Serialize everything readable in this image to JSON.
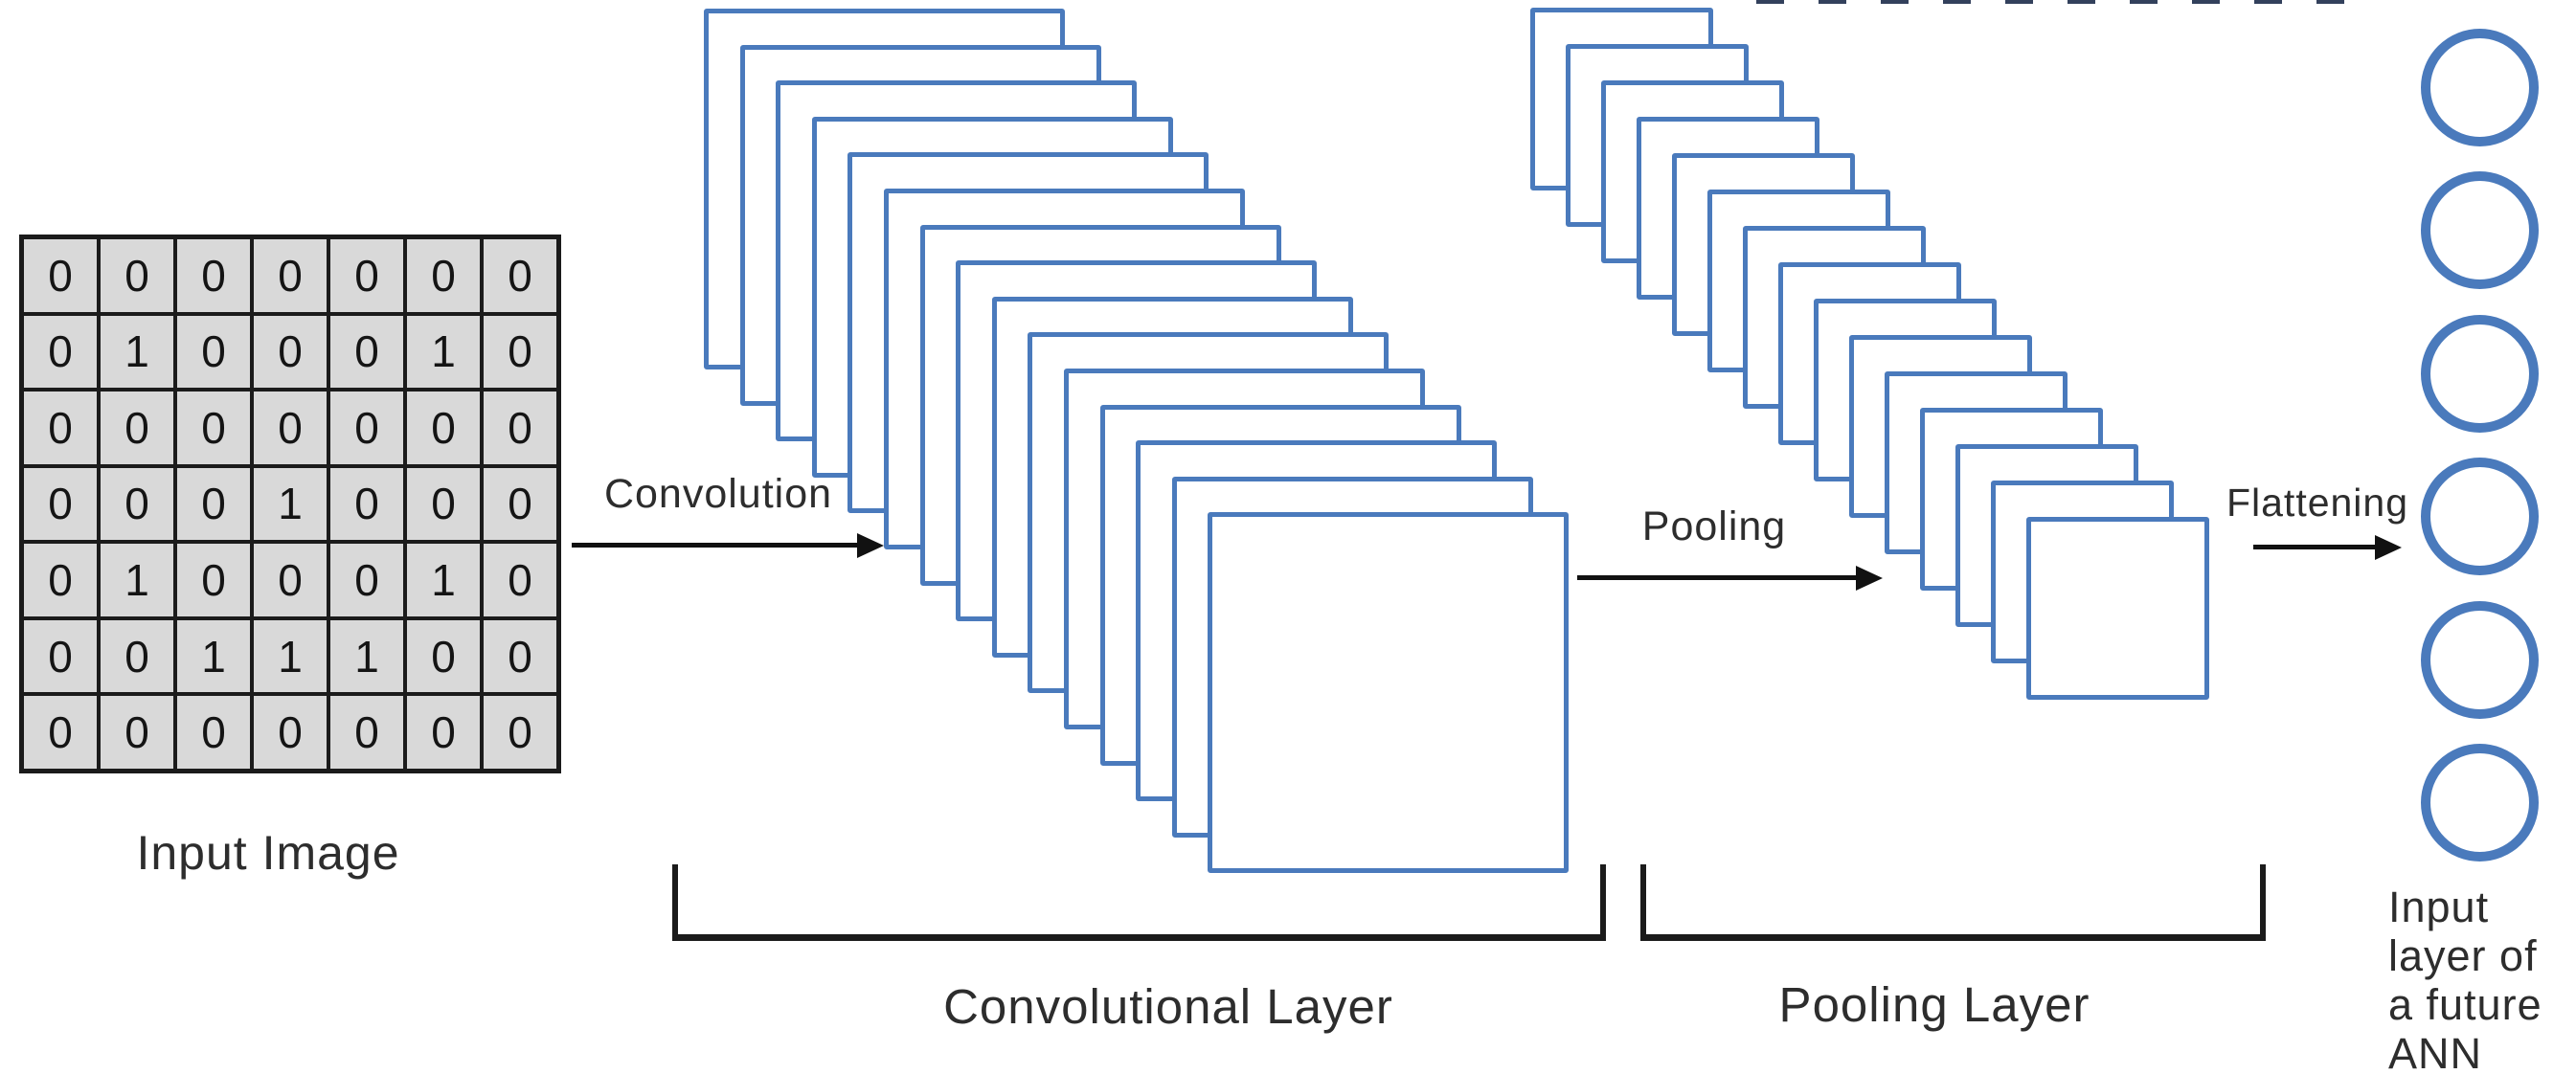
{
  "input_image": {
    "label": "Input Image",
    "grid": [
      [
        "0",
        "0",
        "0",
        "0",
        "0",
        "0",
        "0"
      ],
      [
        "0",
        "1",
        "0",
        "0",
        "0",
        "1",
        "0"
      ],
      [
        "0",
        "0",
        "0",
        "0",
        "0",
        "0",
        "0"
      ],
      [
        "0",
        "0",
        "0",
        "1",
        "0",
        "0",
        "0"
      ],
      [
        "0",
        "1",
        "0",
        "0",
        "0",
        "1",
        "0"
      ],
      [
        "0",
        "0",
        "1",
        "1",
        "1",
        "0",
        "0"
      ],
      [
        "0",
        "0",
        "0",
        "0",
        "0",
        "0",
        "0"
      ]
    ]
  },
  "operations": {
    "convolution": {
      "label": "Convolution"
    },
    "pooling": {
      "label": "Pooling"
    },
    "flattening": {
      "label": "Flattening"
    }
  },
  "layers": {
    "convolutional": {
      "label": "Convolutional Layer",
      "feature_maps": 15
    },
    "pooling": {
      "label": "Pooling Layer",
      "feature_maps": 15
    }
  },
  "ann": {
    "caption_lines": [
      "Input",
      "layer of",
      "a future",
      "ANN"
    ],
    "neurons": 6
  },
  "colors": {
    "map_border": "#4a7abc",
    "map_fill": "#ffffff",
    "cell_fill": "#d9d9d9",
    "grid_line": "#1b1b1b",
    "text": "#2d2d2d",
    "arrow": "#111111",
    "bracket": "#1b1b1b",
    "top_dashes": "#33415c"
  }
}
